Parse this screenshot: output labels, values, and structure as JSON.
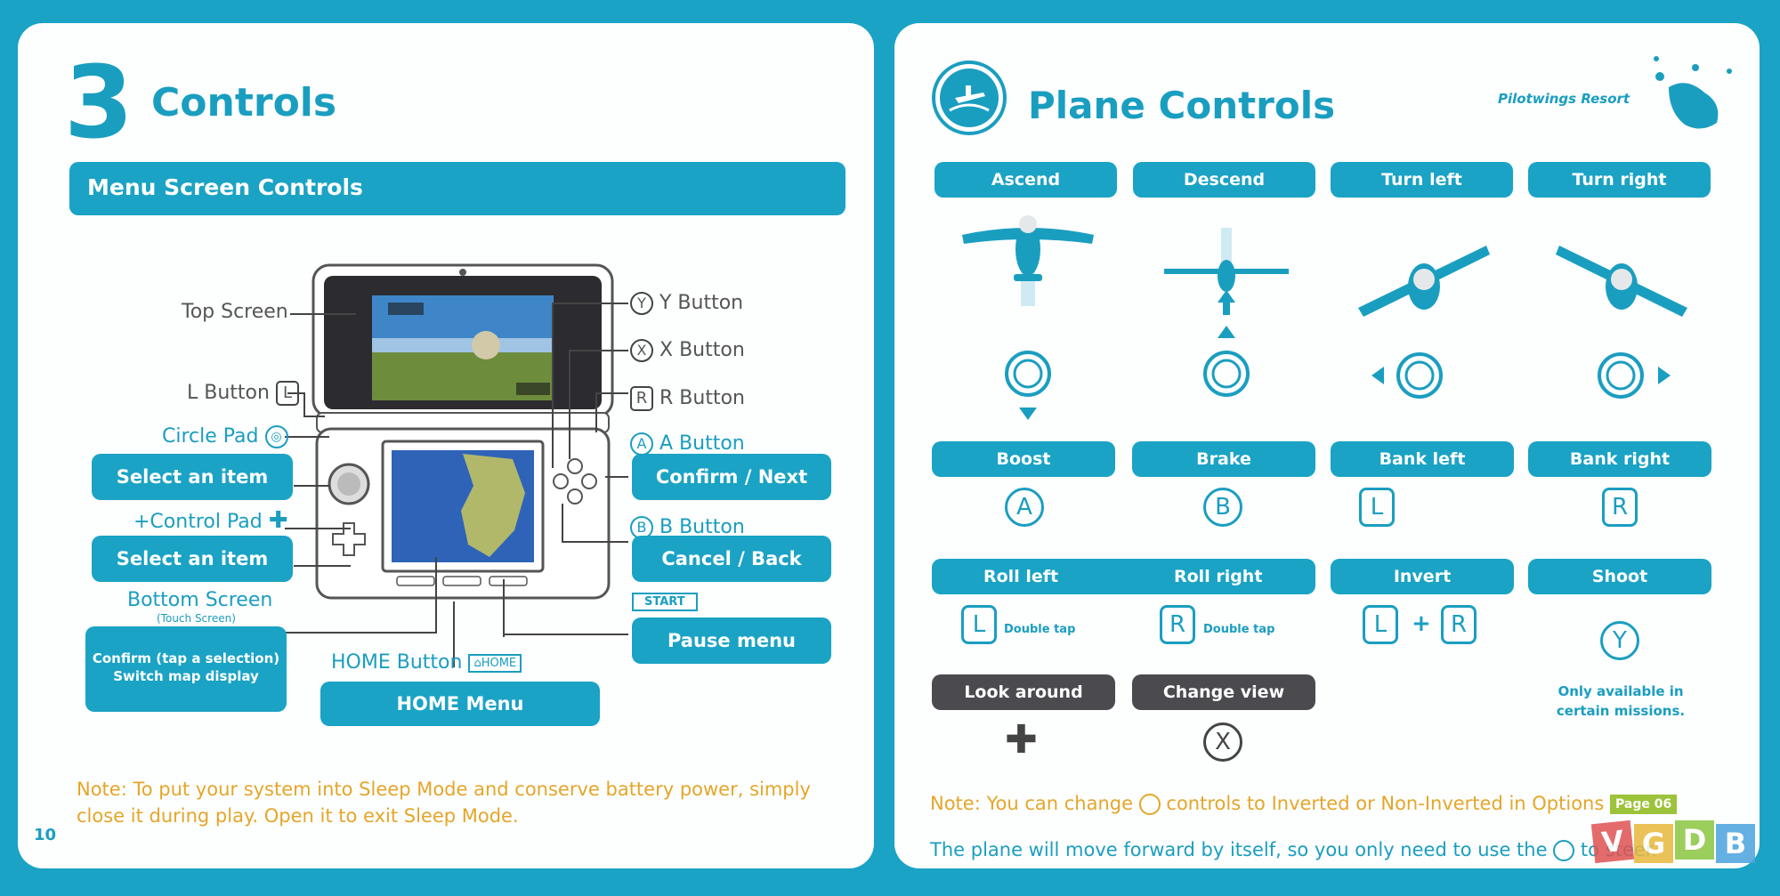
{
  "left": {
    "chapter_number": "3",
    "chapter_title": "Controls",
    "section_header": "Menu Screen Controls",
    "labels": {
      "top_screen": "Top Screen",
      "l_button": "L Button",
      "circle_pad": "Circle Pad",
      "control_pad": "+Control Pad",
      "bottom_screen": "Bottom Screen",
      "touch_screen": "(Touch Screen)",
      "home_button": "HOME Button",
      "home_badge": "HOME",
      "y_button": "Y Button",
      "x_button": "X Button",
      "r_button": "R Button",
      "a_button": "A Button",
      "b_button": "B Button",
      "start_badge": "START"
    },
    "actions": {
      "select_item_1": "Select an item",
      "select_item_2": "Select an item",
      "confirm_tap_1": "Confirm (tap a selection)",
      "confirm_tap_2": "Switch map display",
      "home_menu": "HOME Menu",
      "confirm_next": "Confirm / Next",
      "cancel_back": "Cancel / Back",
      "pause_menu": "Pause menu"
    },
    "note_1": "Note: To put your system into Sleep Mode and conserve battery power, simply",
    "note_2": "close it during play. Open it to exit Sleep Mode.",
    "page_number": "10"
  },
  "right": {
    "title": "Plane Controls",
    "resort": "Pilotwings Resort",
    "row1": [
      "Ascend",
      "Descend",
      "Turn left",
      "Turn right"
    ],
    "row2": [
      "Boost",
      "Brake",
      "Bank left",
      "Bank right"
    ],
    "row2_glyphs": [
      "A",
      "B",
      "L",
      "R"
    ],
    "row3": [
      "Roll left",
      "Roll right",
      "Invert",
      "Shoot"
    ],
    "double_tap": "Double tap",
    "plus": "+",
    "row4": [
      "Look around",
      "Change view"
    ],
    "only_available_1": "Only available in",
    "only_available_2": "certain missions.",
    "note_a": "Note: You can change",
    "note_b": "controls to Inverted or Non-Inverted in Options",
    "page_ref": "Page 06",
    "note_c": "The plane will move forward by itself, so you only need to use the",
    "note_d": "to steer.",
    "glyphs": {
      "y": "Y",
      "x": "X",
      "r": "R",
      "a": "A",
      "b": "B",
      "l": "L"
    }
  },
  "watermark": [
    "V",
    "G",
    "D",
    "B"
  ],
  "colors": {
    "teal": "#1aa3c4",
    "dark_pill": "#4b4b4f",
    "note": "#e4a62a"
  }
}
